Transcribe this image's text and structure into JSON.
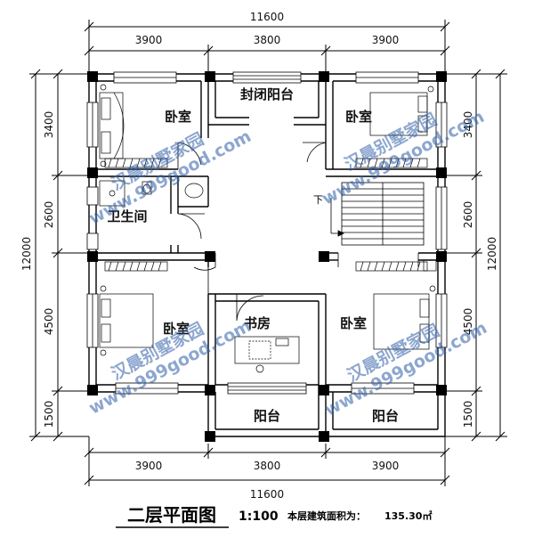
{
  "dimensions": {
    "top_total": "11600",
    "top_bays": [
      "3900",
      "3800",
      "3900"
    ],
    "bottom_total": "11600",
    "bottom_bays": [
      "3900",
      "3800",
      "3900"
    ],
    "left_total": "12000",
    "left_bays": [
      "3400",
      "2600",
      "4500",
      "1500"
    ],
    "right_total": "12000",
    "right_bays": [
      "3400",
      "2600",
      "4500",
      "1500"
    ]
  },
  "rooms": {
    "enclosed_balcony": "封闭阳台",
    "bedroom_nw": "卧室",
    "bedroom_ne": "卧室",
    "bathroom": "卫生间",
    "bedroom_sw": "卧室",
    "study": "书房",
    "bedroom_se": "卧室",
    "balcony_center": "阳台",
    "balcony_right": "阳台",
    "stair_down": "下"
  },
  "watermark": {
    "brand": "汉晨别墅家园",
    "site": "www.999good.com"
  },
  "footer": {
    "title": "二层平面图",
    "scale": "1:100",
    "area_label": "本层建筑面积为：",
    "area_value": "135.30㎡"
  }
}
